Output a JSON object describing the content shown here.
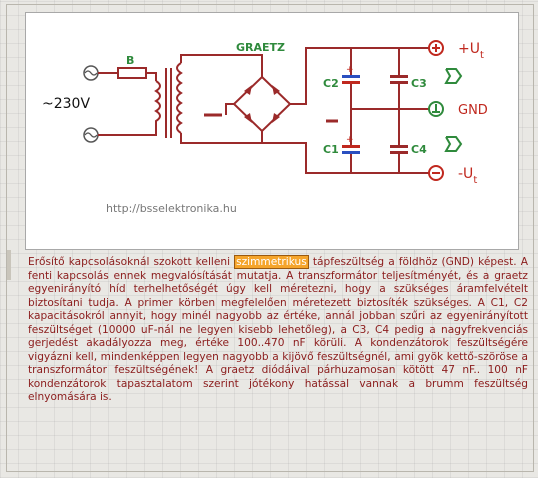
{
  "schematic": {
    "label_fuse": "B",
    "label_mains": "~230V",
    "label_bridge": "GRAETZ",
    "label_c1": "C1",
    "label_c2": "C2",
    "label_c3": "C3",
    "label_c4": "C4",
    "label_plus": "+U",
    "label_plus_sub": "t",
    "label_gnd": "GND",
    "label_minus": "-U",
    "label_minus_sub": "t",
    "watermark": "http://bsselektronika.hu",
    "colors": {
      "wire": "#9b2a2a",
      "label_green": "#2f8a3c",
      "label_red": "#c0281e",
      "cap_blue": "#2a4fc0"
    }
  },
  "article": {
    "before_highlight": "Erősítő kapcsolásoknál szokott kelleni ",
    "highlight": "szimmetrikus",
    "after_highlight": " tápfeszültség a földhöz (GND) képest. A fenti kapcsolás ennek megvalósítását mutatja. A transzformátor teljesítményét, és a graetz egyenirányító híd terhelhetőségét úgy kell méretezni, hogy a szükséges áramfelvételt biztosítani tudja. A primer körben megfelelően méretezett biztosíték szükséges. A C1, C2 kapacitásokról annyit, hogy minél nagyobb az értéke, annál jobban szűri az egyenirányított feszültséget (10000 uF-nál ne legyen kisebb lehetőleg), a C3, C4 pedig a nagyfrekvenciás gerjedést akadályozza meg, értéke 100..470 nF körüli. A kondenzátorok feszültségére vigyázni kell, mindenképpen legyen nagyobb a kijövő feszültségnél, ami gyök kettő-szöröse a transzformátor feszültségének! A graetz diódáival párhuzamosan kötött 47 nF.. 100 nF kondenzátorok tapasztalatom szerint jótékony hatással vannak a brumm feszültség elnyomására is."
  }
}
